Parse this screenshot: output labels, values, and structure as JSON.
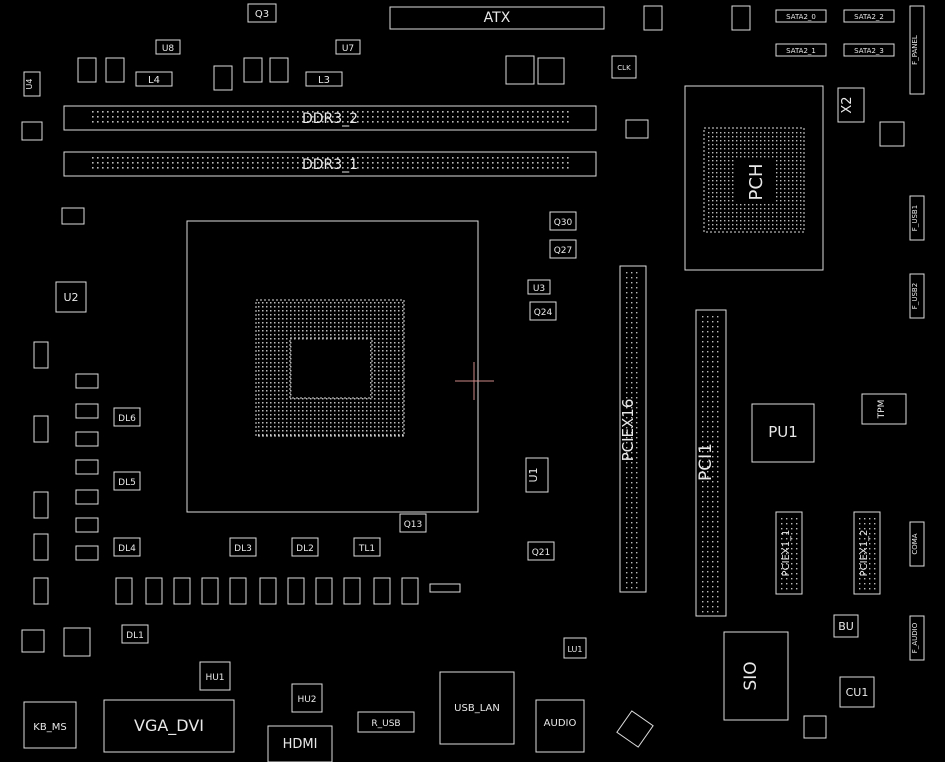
{
  "labels": {
    "atx": "ATX",
    "ddr3_2": "DDR3_2",
    "ddr3_1": "DDR3_1",
    "pch": "PCH",
    "pciex16": "PCIEX16",
    "pci1": "PCI1",
    "pu1": "PU1",
    "sio": "SIO",
    "tpm": "TPM",
    "x2": "X2",
    "cu1": "CU1",
    "bu": "BU",
    "u1": "U1",
    "u2": "U2",
    "u3": "U3",
    "u4": "U4",
    "u7": "U7",
    "u8": "U8",
    "q3": "Q3",
    "q13": "Q13",
    "q21": "Q21",
    "q24": "Q24",
    "q27": "Q27",
    "q30": "Q30",
    "l3": "L3",
    "l4": "L4",
    "dl1": "DL1",
    "dl2": "DL2",
    "dl3": "DL3",
    "dl4": "DL4",
    "dl5": "DL5",
    "dl6": "DL6",
    "tl1": "TL1",
    "hu1": "HU1",
    "hu2": "HU2",
    "lu1": "LU1",
    "sata2_0": "SATA2_0",
    "sata2_1": "SATA2_1",
    "sata2_2": "SATA2_2",
    "sata2_3": "SATA2_3",
    "f_panel": "F_PANEL",
    "f_usb1": "F_USB1",
    "f_usb2": "F_USB2",
    "f_audio": "F_AUDIO",
    "com": "COMA",
    "pcie1": "PCIEX1_1",
    "pcie2": "PCIEX1_2",
    "kb_ms": "KB_MS",
    "vga_dvi": "VGA_DVI",
    "hdmi": "HDMI",
    "r_usb": "R_USB",
    "usb_lan": "USB_LAN",
    "audio": "AUDIO",
    "clk": "CLK"
  }
}
